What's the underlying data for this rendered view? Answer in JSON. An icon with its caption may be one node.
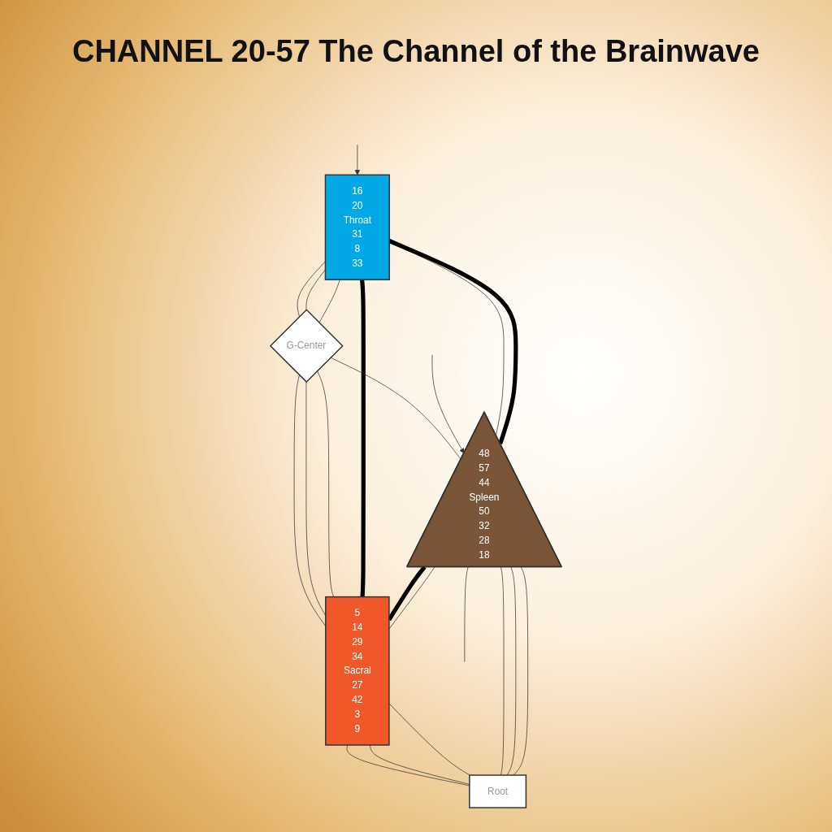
{
  "diagram": {
    "title": "CHANNEL 20-57 The Channel of the Brainwave",
    "nodes": [
      {
        "text": [
          "16",
          "20",
          "Throat",
          "31",
          "8",
          "33"
        ]
      },
      {
        "text": [
          "G-Center"
        ]
      },
      {
        "text": [
          "48",
          "57",
          "44",
          "Spleen",
          "50",
          "32",
          "28",
          "18"
        ]
      },
      {
        "text": [
          "5",
          "14",
          "29",
          "34",
          "Sacral",
          "27",
          "42",
          "3",
          "9"
        ]
      },
      {
        "text": [
          "Root"
        ]
      }
    ],
    "edges": [
      {
        "from": 0,
        "to": 1,
        "arrow": "none"
      },
      {
        "from": 0,
        "to": 1,
        "arrow": "none"
      },
      {
        "from": 0,
        "to": 1,
        "arrow": "none"
      },
      {
        "from": 1,
        "to": 3,
        "arrow": "none"
      },
      {
        "from": 1,
        "to": 3,
        "arrow": "none"
      },
      {
        "from": 1,
        "to": 3,
        "arrow": "none"
      },
      {
        "from": 3,
        "to": 4,
        "arrow": "none"
      },
      {
        "from": 3,
        "to": 4,
        "arrow": "none"
      },
      {
        "from": 3,
        "to": 4,
        "arrow": "none"
      },
      {
        "from": 2,
        "to": 0,
        "arrow": "none"
      },
      {
        "from": 2,
        "to": 0,
        "arrow": "none",
        "style": "thick",
        "color": "#000000"
      },
      {
        "from": 0,
        "to": 3,
        "arrow": "none",
        "style": "thick",
        "color": "#000000"
      },
      {
        "from": 2,
        "to": 3,
        "arrow": "none",
        "style": "thick",
        "color": "#000000"
      },
      {
        "from": 1,
        "to": 2,
        "arrow": "none"
      },
      {
        "from": 2,
        "to": null,
        "arrow": "none"
      },
      {
        "from": 2,
        "to": 3,
        "arrow": "none"
      },
      {
        "from": 2,
        "to": 4,
        "arrow": "none"
      },
      {
        "from": 2,
        "to": 4,
        "arrow": "none"
      },
      {
        "from": 2,
        "to": 4,
        "arrow": "none"
      },
      {
        "from": null,
        "to": 0,
        "arrow": "to"
      },
      {
        "from": null,
        "to": 2,
        "arrow": "to"
      }
    ]
  }
}
